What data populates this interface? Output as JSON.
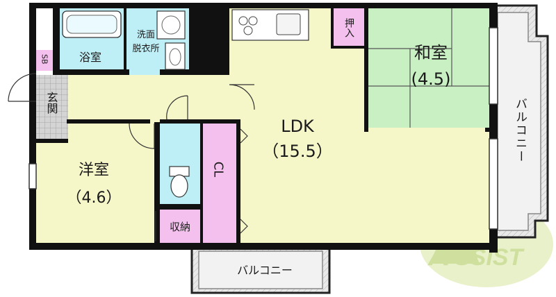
{
  "rooms": {
    "ldk": {
      "name": "LDK",
      "size": "（15.5）"
    },
    "washitsu": {
      "name": "和室",
      "size": "(4.5)"
    },
    "youshitsu": {
      "name": "洋室",
      "size": "（4.6）"
    },
    "bath": {
      "name": "浴室"
    },
    "washroom": {
      "name_line1": "洗面",
      "name_line2": "脱衣所"
    },
    "entrance": {
      "name": "玄関"
    },
    "shoebox": {
      "name": "SB"
    },
    "closet": {
      "name": "CL"
    },
    "storage": {
      "name": "収納"
    },
    "oshiire": {
      "name": "押入"
    }
  },
  "balconies": {
    "east": {
      "label": "バルコニー"
    },
    "south": {
      "label": "バルコニー"
    }
  },
  "watermark": {
    "text": "ASSIST"
  },
  "colors": {
    "ldk": "#f6f7c9",
    "washitsu": "#c8f0c2",
    "youshitsu": "#f6f7c9",
    "wet": "#bfeff6",
    "closet": "#f4c1ee",
    "wall": "#111111",
    "balcony": "#e8e8e8",
    "entrance": "#cfcfcf"
  }
}
